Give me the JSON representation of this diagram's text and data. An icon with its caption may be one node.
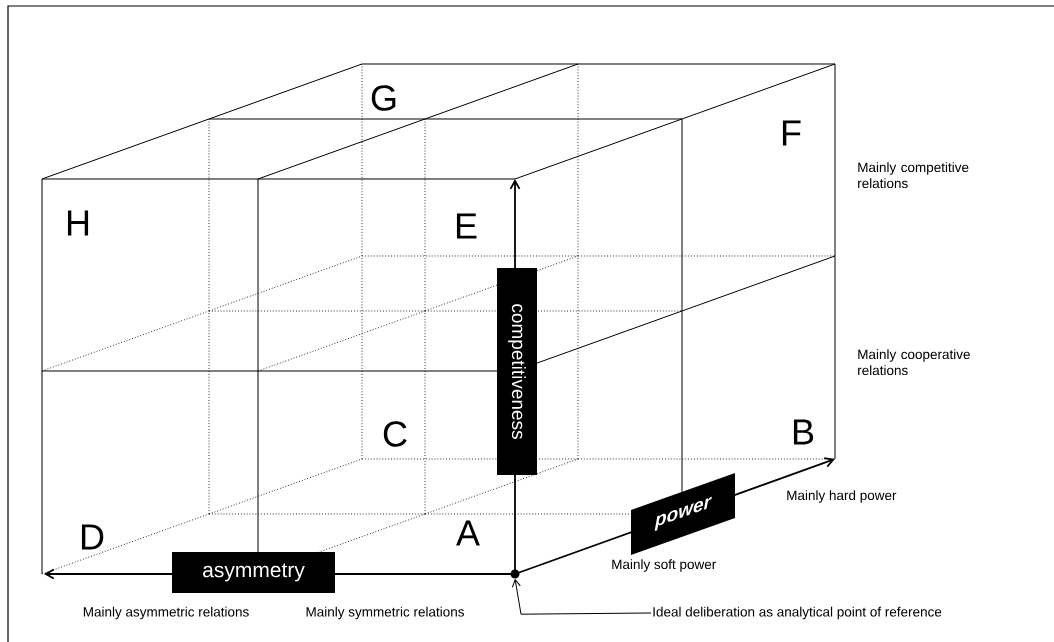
{
  "diagram": {
    "nodes": [
      {
        "text": [
          "asymmetry"
        ]
      },
      {
        "text": [
          "competitiveness"
        ]
      },
      {
        "text": [
          "power"
        ]
      },
      {
        "text": [],
        "shape": "circle"
      },
      {
        "text": [
          "Ideal deliberation as analytical point of reference"
        ]
      }
    ],
    "edges": [
      {
        "from": 4,
        "to": 3,
        "arrow": "to"
      }
    ],
    "labels": [
      "G",
      "F",
      "H",
      "E",
      "Mainly competitive relations",
      "Mainly cooperative relations",
      "C",
      "B",
      "Mainly hard power",
      "D",
      "A",
      "Mainly soft power",
      "Mainly asymmetric relations",
      "Mainly symmetric relations"
    ]
  }
}
